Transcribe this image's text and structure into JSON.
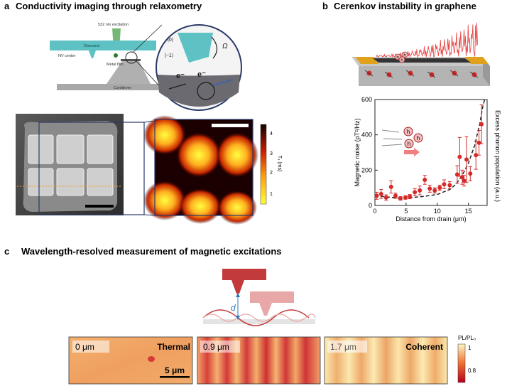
{
  "panel_a": {
    "letter": "a",
    "title": "Conductivity imaging through relaxometry",
    "labels": {
      "excitation": "532 nm excitation",
      "diamond": "Diamond",
      "nv_center": "NV center",
      "metal_film": "Metal film",
      "cantilever": "Cantilever",
      "state_0": "|0⟩",
      "state_m1": "|−1⟩",
      "omega": "Ω",
      "electron": "e⁻"
    },
    "colorbar": {
      "label": "T₁ (ms)",
      "ticks": [
        "4",
        "3",
        "2",
        "1"
      ]
    }
  },
  "panel_b": {
    "letter": "b",
    "title": "Cerenkov instability in graphene",
    "phonon_label": "h",
    "chart_data": {
      "type": "scatter",
      "xlabel": "Distance from drain (μm)",
      "ylabel": "Magnetic noise (pT²/Hz)",
      "y2label": "Excess phonon population (a.u.)",
      "xlim": [
        0,
        18
      ],
      "ylim": [
        0,
        600
      ],
      "xticks": [
        "0",
        "5",
        "10",
        "15"
      ],
      "yticks": [
        "0",
        "200",
        "400",
        "600"
      ],
      "points": [
        {
          "x": 0.3,
          "y": 55,
          "err": 20
        },
        {
          "x": 1.0,
          "y": 65,
          "err": 25
        },
        {
          "x": 1.8,
          "y": 45,
          "err": 15
        },
        {
          "x": 2.6,
          "y": 105,
          "err": 35
        },
        {
          "x": 3.3,
          "y": 55,
          "err": 15
        },
        {
          "x": 4.1,
          "y": 40,
          "err": 10
        },
        {
          "x": 4.9,
          "y": 45,
          "err": 10
        },
        {
          "x": 5.6,
          "y": 50,
          "err": 12
        },
        {
          "x": 6.4,
          "y": 75,
          "err": 20
        },
        {
          "x": 7.2,
          "y": 85,
          "err": 25
        },
        {
          "x": 8.0,
          "y": 145,
          "err": 25
        },
        {
          "x": 8.8,
          "y": 95,
          "err": 20
        },
        {
          "x": 9.6,
          "y": 85,
          "err": 15
        },
        {
          "x": 10.4,
          "y": 100,
          "err": 15
        },
        {
          "x": 11.1,
          "y": 120,
          "err": 25
        },
        {
          "x": 12.0,
          "y": 115,
          "err": 20
        },
        {
          "x": 13.2,
          "y": 175,
          "err": 50
        },
        {
          "x": 13.6,
          "y": 275,
          "err": 110
        },
        {
          "x": 14.0,
          "y": 160,
          "err": 40
        },
        {
          "x": 14.3,
          "y": 140,
          "err": 30
        },
        {
          "x": 14.7,
          "y": 260,
          "err": 130
        },
        {
          "x": 15.3,
          "y": 180,
          "err": 40
        },
        {
          "x": 16.2,
          "y": 285,
          "err": 80
        },
        {
          "x": 16.7,
          "y": 355,
          "err": 70
        },
        {
          "x": 17.1,
          "y": 460,
          "err": 110
        }
      ],
      "fit_curve": [
        {
          "x": 0,
          "y": 55
        },
        {
          "x": 2,
          "y": 48
        },
        {
          "x": 4,
          "y": 42
        },
        {
          "x": 6,
          "y": 45
        },
        {
          "x": 8,
          "y": 52
        },
        {
          "x": 10,
          "y": 62
        },
        {
          "x": 12,
          "y": 90
        },
        {
          "x": 13,
          "y": 120
        },
        {
          "x": 14,
          "y": 170
        },
        {
          "x": 15,
          "y": 240
        },
        {
          "x": 16,
          "y": 340
        },
        {
          "x": 16.8,
          "y": 460
        },
        {
          "x": 17.3,
          "y": 560
        },
        {
          "x": 17.6,
          "y": 620
        }
      ]
    }
  },
  "panel_c": {
    "letter": "c",
    "title": "Wavelength-resolved measurement of magnetic excitations",
    "d_label": "d",
    "images": [
      {
        "distance": "0 μm",
        "tag": "Thermal"
      },
      {
        "distance": "0.9 μm",
        "tag": ""
      },
      {
        "distance": "1.7 μm",
        "tag": "Coherent"
      }
    ],
    "scalebar": "5 μm",
    "colorbar": {
      "label": "PL/PL₀",
      "ticks": [
        "1",
        "0.8"
      ]
    }
  },
  "colors": {
    "red": "#d42a2a",
    "light_red": "#e88",
    "diamond": "#5ec2c4",
    "gold": "#e0a11b",
    "grey": "#a8a8a8"
  }
}
